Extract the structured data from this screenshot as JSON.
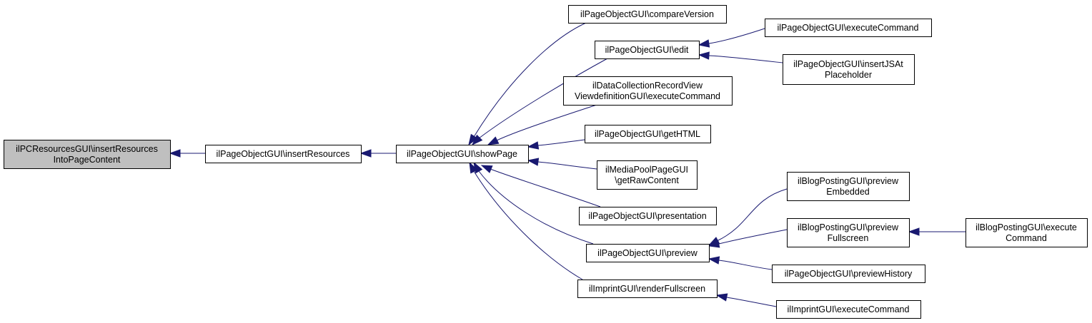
{
  "nodes": [
    {
      "id": "n0",
      "lines": [
        "ilPCResourcesGUI\\insertResources",
        "IntoPageContent"
      ],
      "root": true
    },
    {
      "id": "n1",
      "lines": [
        "ilPageObjectGUI\\insertResources"
      ]
    },
    {
      "id": "n2",
      "lines": [
        "ilPageObjectGUI\\showPage"
      ]
    },
    {
      "id": "n3",
      "lines": [
        "ilPageObjectGUI\\compareVersion"
      ]
    },
    {
      "id": "n4",
      "lines": [
        "ilPageObjectGUI\\edit"
      ]
    },
    {
      "id": "n5",
      "lines": [
        "ilDataCollectionRecordView",
        "ViewdefinitionGUI\\executeCommand"
      ]
    },
    {
      "id": "n6",
      "lines": [
        "ilPageObjectGUI\\getHTML"
      ]
    },
    {
      "id": "n7",
      "lines": [
        "ilMediaPoolPageGUI",
        "\\getRawContent"
      ]
    },
    {
      "id": "n8",
      "lines": [
        "ilPageObjectGUI\\presentation"
      ]
    },
    {
      "id": "n9",
      "lines": [
        "ilPageObjectGUI\\preview"
      ]
    },
    {
      "id": "n10",
      "lines": [
        "ilImprintGUI\\renderFullscreen"
      ]
    },
    {
      "id": "n11",
      "lines": [
        "ilPageObjectGUI\\executeCommand"
      ]
    },
    {
      "id": "n12",
      "lines": [
        "ilPageObjectGUI\\insertJSAt",
        "Placeholder"
      ]
    },
    {
      "id": "n13",
      "lines": [
        "ilBlogPostingGUI\\preview",
        "Embedded"
      ]
    },
    {
      "id": "n14",
      "lines": [
        "ilBlogPostingGUI\\preview",
        "Fullscreen"
      ]
    },
    {
      "id": "n15",
      "lines": [
        "ilPageObjectGUI\\previewHistory"
      ]
    },
    {
      "id": "n16",
      "lines": [
        "ilImprintGUI\\executeCommand"
      ]
    },
    {
      "id": "n17",
      "lines": [
        "ilBlogPostingGUI\\execute",
        "Command"
      ]
    }
  ],
  "edges": [
    {
      "from": "n1",
      "to": "n0"
    },
    {
      "from": "n2",
      "to": "n1"
    },
    {
      "from": "n3",
      "to": "n2"
    },
    {
      "from": "n4",
      "to": "n2"
    },
    {
      "from": "n5",
      "to": "n2"
    },
    {
      "from": "n6",
      "to": "n2"
    },
    {
      "from": "n7",
      "to": "n2"
    },
    {
      "from": "n8",
      "to": "n2"
    },
    {
      "from": "n9",
      "to": "n2"
    },
    {
      "from": "n10",
      "to": "n2"
    },
    {
      "from": "n11",
      "to": "n4"
    },
    {
      "from": "n12",
      "to": "n4"
    },
    {
      "from": "n13",
      "to": "n9"
    },
    {
      "from": "n14",
      "to": "n9"
    },
    {
      "from": "n15",
      "to": "n9"
    },
    {
      "from": "n16",
      "to": "n10"
    },
    {
      "from": "n17",
      "to": "n14"
    }
  ],
  "colors": {
    "edge": "#191970",
    "root_fill": "#bfbfbf",
    "node_fill": "#ffffff",
    "border": "#000000"
  }
}
